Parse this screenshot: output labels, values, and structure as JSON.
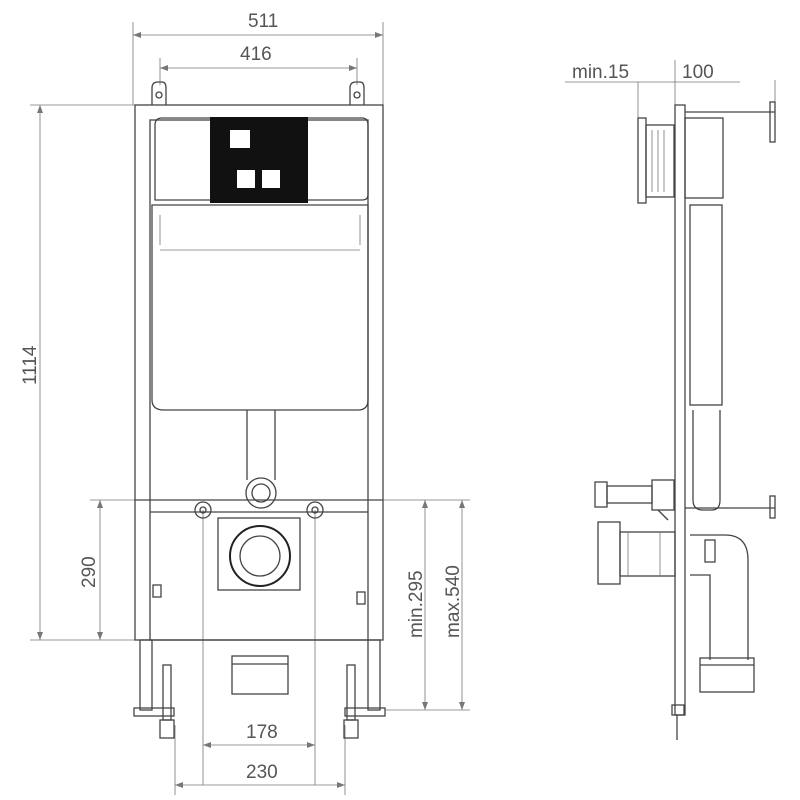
{
  "dimensions": {
    "overall_width": "511",
    "frame_inner_width": "416",
    "overall_height": "1114",
    "drain_height": "290",
    "min_drain": "min.295",
    "max_drain": "max.540",
    "pipe_spacing_inner": "178",
    "pipe_spacing_outer": "230",
    "side_min_offset": "min.15",
    "side_depth": "100"
  },
  "colors": {
    "line": "#444444",
    "cistern_fill": "#ffffff",
    "flush_plate": "#111111",
    "text": "#555555"
  }
}
